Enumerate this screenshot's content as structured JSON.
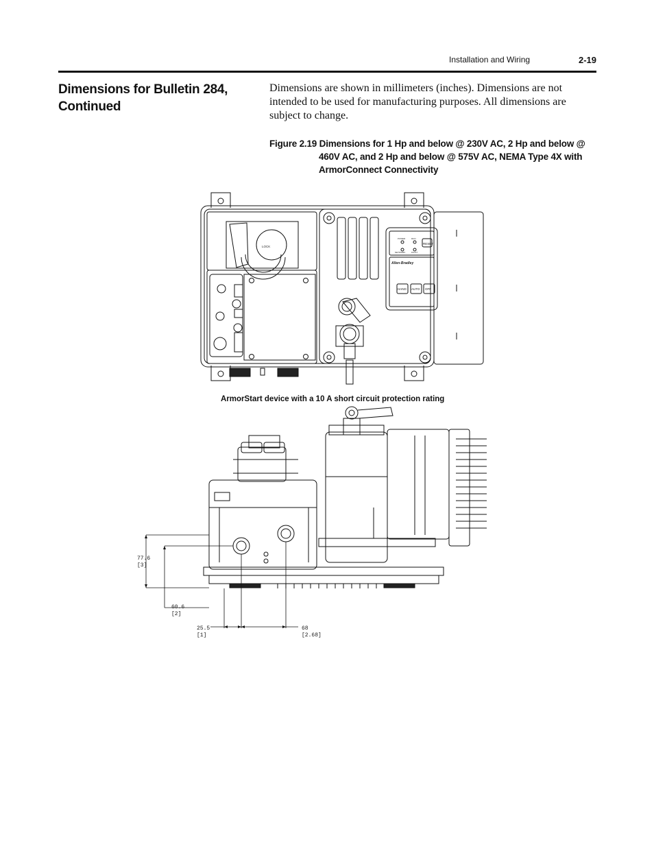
{
  "header": {
    "section": "Installation and Wiring",
    "page_number": "2-19"
  },
  "section_title": "Dimensions for Bulletin 284, Continued",
  "body_text": "Dimensions are shown in millimeters (inches). Dimensions are not intended to be used for manufacturing purposes. All dimensions are subject to change.",
  "figure": {
    "label": "Figure 2.19",
    "caption_line1": "Dimensions for 1 Hp and below @ 230V AC, 2 Hp and below @",
    "caption_line2": "460V AC, and 2 Hp and below @ 575V AC, NEMA Type 4X with",
    "caption_line3": "ArmorConnect Connectivity",
    "subcaption": "ArmorStart device with a 10 A short circuit protection rating"
  },
  "front_view": {
    "buttons": [
      "HAND",
      "AUTO",
      "OFF"
    ],
    "reset_label": "RESET",
    "brand": "Allen-Bradley",
    "leds": [
      "POWER",
      "RUN",
      "NETWORK",
      "FAULT"
    ],
    "lock_label": "LOCK"
  },
  "dimensions": {
    "d1_mm": "77.6",
    "d1_in": "[3]",
    "d2_mm": "60.6",
    "d2_in": "[2]",
    "d3_mm": "25.5",
    "d3_in": "[1]",
    "d4_mm": "68",
    "d4_in": "[2.68]"
  }
}
